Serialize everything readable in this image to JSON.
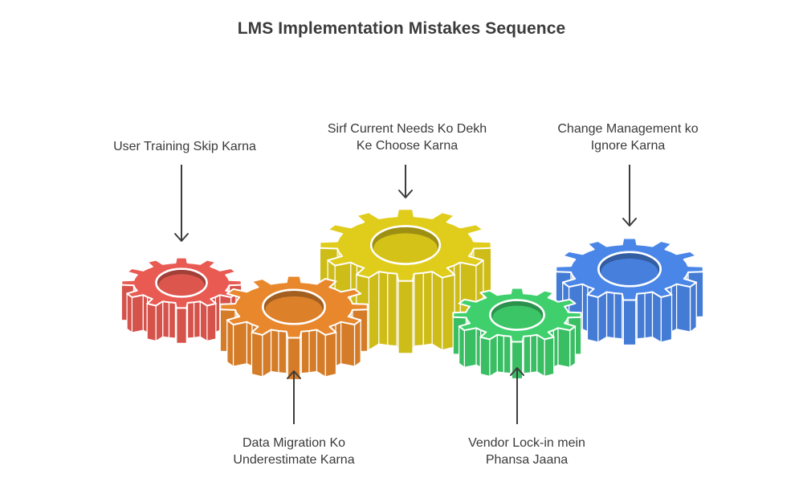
{
  "title": "LMS Implementation Mistakes Sequence",
  "colors": {
    "text": "#3a3a3a",
    "arrow": "#3d3d3d"
  },
  "steps": [
    {
      "lines": [
        "User Training Skip Karna"
      ],
      "color": "#e85a52",
      "icon": "gear-icon"
    },
    {
      "lines": [
        "Data Migration Ko",
        "Underestimate Karna"
      ],
      "color": "#e8872c",
      "icon": "gear-icon"
    },
    {
      "lines": [
        "Sirf Current Needs Ko Dekh",
        "Ke Choose Karna"
      ],
      "color": "#e0cc1a",
      "icon": "gear-icon"
    },
    {
      "lines": [
        "Vendor Lock-in mein",
        "Phansa Jaana"
      ],
      "color": "#3fcf6c",
      "icon": "gear-icon"
    },
    {
      "lines": [
        "Change Management ko",
        "Ignore Karna"
      ],
      "color": "#4a86e8",
      "icon": "gear-icon"
    }
  ]
}
